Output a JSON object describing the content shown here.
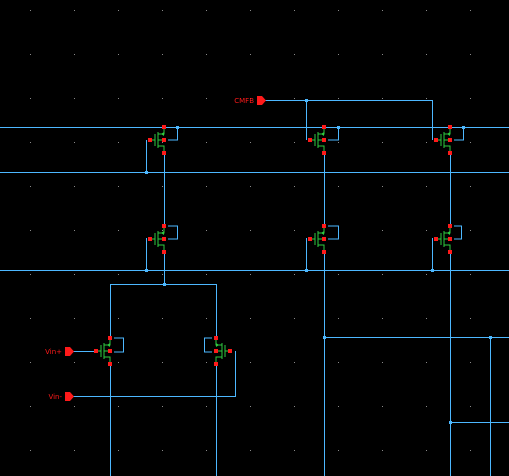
{
  "colors": {
    "background": "#000000",
    "wire": "#4db8ff",
    "transistor": "#2ecc40",
    "pin": "#ff1a1a",
    "grid_dot": "#8a8a8a"
  },
  "pins": {
    "cmfb": "CMFB",
    "vin_plus": "Vin+",
    "vin_minus": "Vin-"
  }
}
